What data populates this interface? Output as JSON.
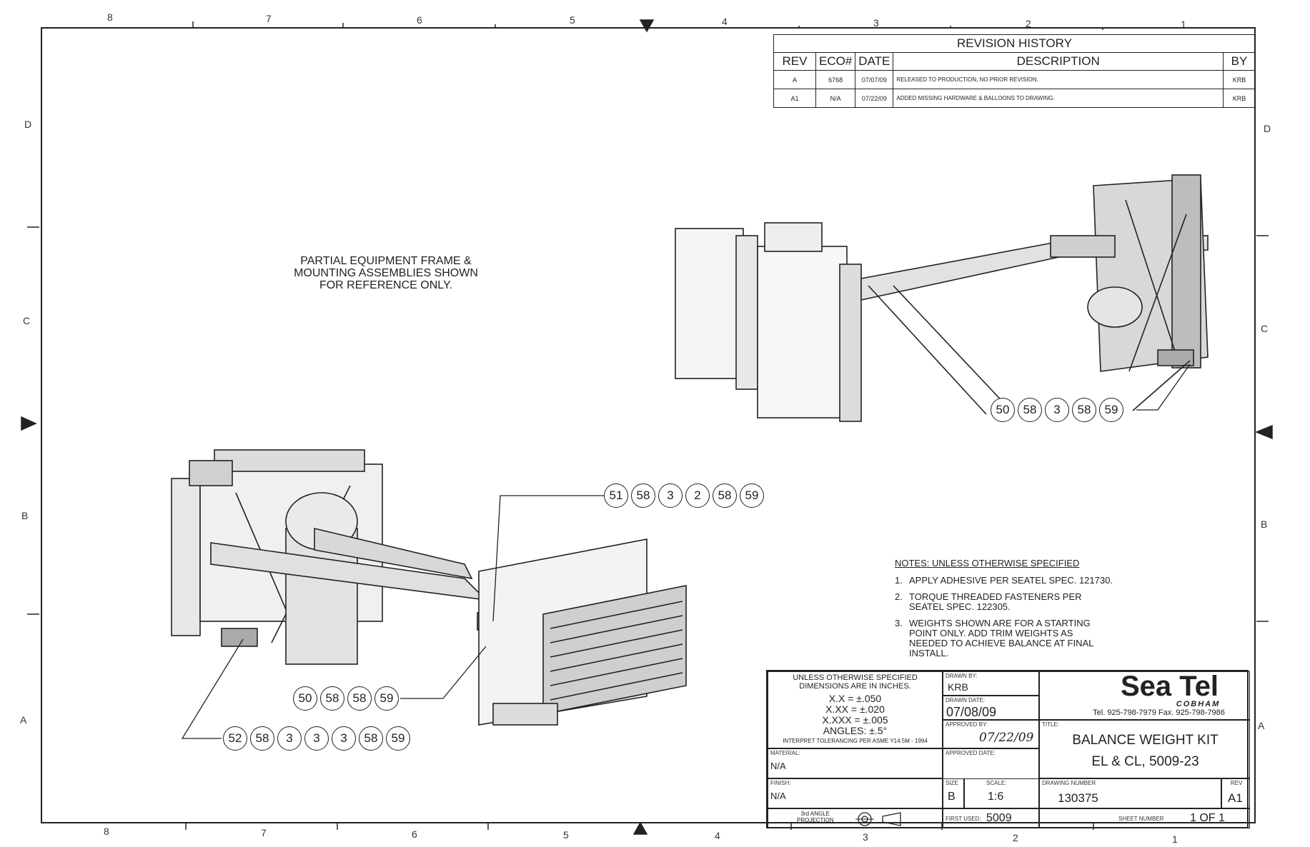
{
  "zones": {
    "top": [
      "8",
      "7",
      "6",
      "5",
      "4",
      "3",
      "2",
      "1"
    ],
    "bottom": [
      "8",
      "7",
      "6",
      "5",
      "4",
      "3",
      "2",
      "1"
    ],
    "left": [
      "D",
      "C",
      "B",
      "A"
    ],
    "right": [
      "D",
      "C",
      "B",
      "A"
    ]
  },
  "revision_history": {
    "title": "REVISION HISTORY",
    "headers": [
      "REV",
      "ECO#",
      "DATE",
      "DESCRIPTION",
      "BY"
    ],
    "rows": [
      [
        "A",
        "6768",
        "07/07/09",
        "RELEASED TO PRODUCTION, NO PRIOR REVISION.",
        "KRB"
      ],
      [
        "A1",
        "N/A",
        "07/22/09",
        "ADDED MISSING HARDWARE & BALLOONS TO DRAWING.",
        "KRB"
      ]
    ]
  },
  "reference_note": [
    "PARTIAL EQUIPMENT FRAME &",
    "MOUNTING ASSEMBLIES SHOWN",
    "FOR REFERENCE ONLY."
  ],
  "balloon_groups": {
    "upper_right": [
      "50",
      "58",
      "3",
      "58",
      "59"
    ],
    "middle": [
      "51",
      "58",
      "3",
      "2",
      "58",
      "59"
    ],
    "lower_a": [
      "50",
      "58",
      "58",
      "59"
    ],
    "lower_b": [
      "52",
      "58",
      "3",
      "3",
      "3",
      "58",
      "59"
    ]
  },
  "notes": {
    "title": "NOTES: UNLESS OTHERWISE SPECIFIED",
    "items": [
      [
        "1.",
        "APPLY ADHESIVE PER SEATEL SPEC. 121730."
      ],
      [
        "2.",
        "TORQUE THREADED FASTENERS PER",
        "SEATEL SPEC. 122305."
      ],
      [
        "3.",
        "WEIGHTS SHOWN ARE FOR A STARTING",
        "POINT ONLY. ADD TRIM WEIGHTS AS",
        "NEEDED TO ACHIEVE BALANCE AT FINAL",
        "INSTALL."
      ]
    ]
  },
  "title_block": {
    "tolerance_title": [
      "UNLESS OTHERWISE SPECIFIED",
      "DIMENSIONS ARE IN INCHES."
    ],
    "tolerances": [
      "X.X = ±.050",
      "X.XX = ±.020",
      "X.XXX = ±.005",
      "ANGLES: ±.5°"
    ],
    "tolerance_std": "INTERPRET TOLERANCING PER ASME Y14.5M - 1994",
    "material_label": "MATERIAL:",
    "material": "N/A",
    "finish_label": "FINISH:",
    "finish": "N/A",
    "projection": [
      "3rd ANGLE",
      "PROJECTION"
    ],
    "drawn_by_label": "DRAWN BY:",
    "drawn_by": "KRB",
    "drawn_date_label": "DRAWN DATE:",
    "drawn_date": "07/08/09",
    "approved_by_label": "APPROVED BY:",
    "approved_date_sig": "07/22/09",
    "approved_date_label": "APPROVED DATE:",
    "size_label": "SIZE",
    "size": "B",
    "scale_label": "SCALE:",
    "scale": "1:6",
    "first_used_label": "FIRST USED:",
    "first_used": "5009",
    "company": "Sea Tel",
    "company_sub": "COBHAM",
    "contact": "Tel. 925-798-7979 Fax. 925-798-7986",
    "title_label": "TITLE:",
    "title_lines": [
      "BALANCE WEIGHT KIT",
      "EL & CL, 5009-23"
    ],
    "dwg_no_label": "DRAWING NUMBER",
    "dwg_no": "130375",
    "rev_label": "REV",
    "rev": "A1",
    "sheet_label": "SHEET NUMBER",
    "sheet": "1 OF 1"
  }
}
